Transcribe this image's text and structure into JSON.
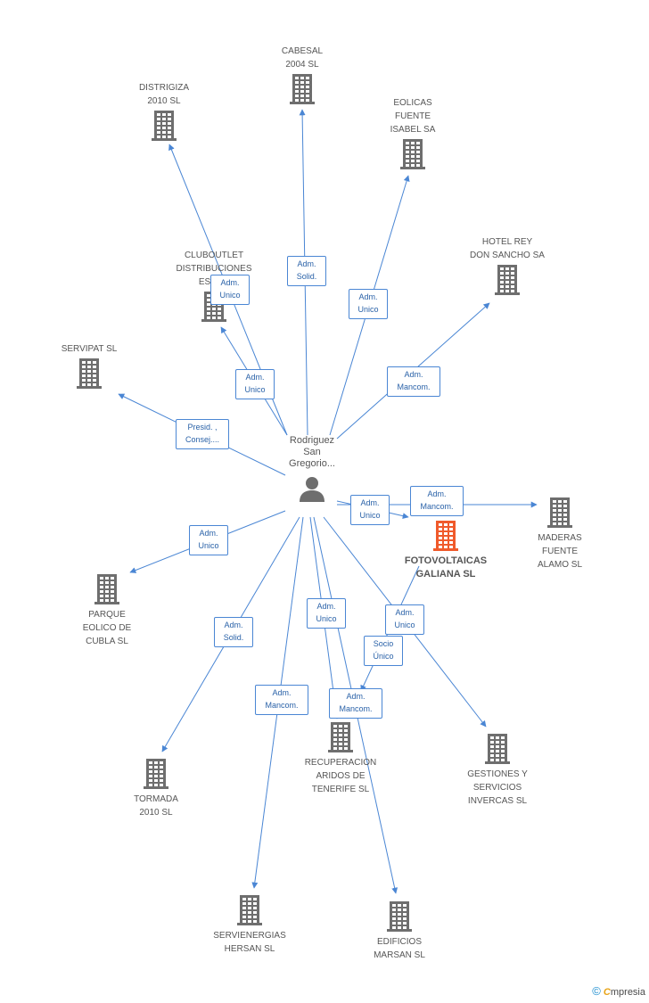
{
  "center": {
    "label": "Rodriguez\nSan\nGregorio..."
  },
  "companies": [
    {
      "id": "cabesal",
      "label": "CABESAL\n2004 SL"
    },
    {
      "id": "distrigiza",
      "label": "DISTRIGIZA\n2010 SL"
    },
    {
      "id": "eolicas",
      "label": "EOLICAS\nFUENTE\nISABEL SA"
    },
    {
      "id": "hotel",
      "label": "HOTEL REY\nDON SANCHO SA"
    },
    {
      "id": "clubout",
      "label": "CLUBOUTLET\nDISTRIBUCIONES\nESPA..."
    },
    {
      "id": "servipat",
      "label": "SERVIPAT SL"
    },
    {
      "id": "fotovoltaicas",
      "label": "FOTOVOLTAICAS\nGALIANA SL",
      "main": true
    },
    {
      "id": "maderas",
      "label": "MADERAS\nFUENTE\nALAMO SL"
    },
    {
      "id": "parque",
      "label": "PARQUE\nEOLICO DE\nCUBLA SL"
    },
    {
      "id": "tormada",
      "label": "TORMADA\n2010 SL"
    },
    {
      "id": "recuperacion",
      "label": "RECUPERACION\nARIDOS DE\nTENERIFE SL"
    },
    {
      "id": "gestiones",
      "label": "GESTIONES Y\nSERVICIOS\nINVERCAS  SL"
    },
    {
      "id": "servienergias",
      "label": "SERVIENERGIAS\nHERSAN SL"
    },
    {
      "id": "edificios",
      "label": "EDIFICIOS\nMARSAN SL"
    }
  ],
  "relations": [
    {
      "id": "r-cabesal",
      "label": "Adm.\nSolid."
    },
    {
      "id": "r-distrigiza",
      "label": "Adm.\nUnico"
    },
    {
      "id": "r-eolicas",
      "label": "Adm.\nUnico"
    },
    {
      "id": "r-hotel",
      "label": "Adm.\nMancom."
    },
    {
      "id": "r-clubout",
      "label": "Adm.\nUnico"
    },
    {
      "id": "r-servipat",
      "label": "Presid. ,\nConsej...."
    },
    {
      "id": "r-foto",
      "label": "Adm.\nUnico"
    },
    {
      "id": "r-maderas",
      "label": "Adm.\nMancom."
    },
    {
      "id": "r-parque",
      "label": "Adm.\nUnico"
    },
    {
      "id": "r-tormada",
      "label": "Adm.\nSolid."
    },
    {
      "id": "r-recup1",
      "label": "Adm.\nUnico"
    },
    {
      "id": "r-gestiones",
      "label": "Adm.\nUnico"
    },
    {
      "id": "r-socio",
      "label": "Socio\nÚnico"
    },
    {
      "id": "r-servien",
      "label": "Adm.\nMancom."
    },
    {
      "id": "r-edif",
      "label": "Adm.\nMancom."
    }
  ],
  "colors": {
    "line": "#4a86d4",
    "icon": "#6e6e6e",
    "main_icon": "#f05a2b",
    "text": "#555555"
  },
  "footer": {
    "copyright": "©",
    "brand_first": "C",
    "brand_rest": "mpresia"
  }
}
